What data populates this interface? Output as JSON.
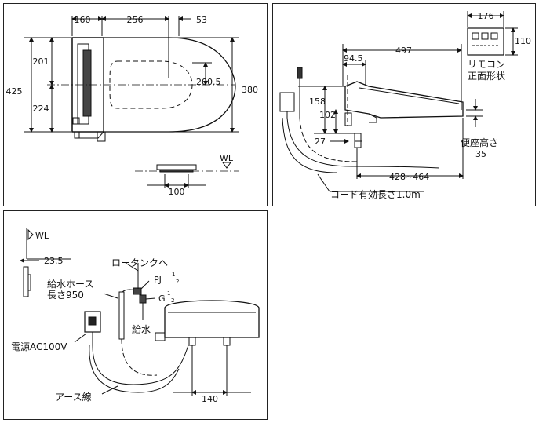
{
  "top_view": {
    "dim_tank_offset": "160",
    "dim_seat_depth": "256",
    "dim_front_extra": "53",
    "dim_upper": "201",
    "dim_total_height": "425",
    "dim_lower": "224",
    "dim_center": "200.5",
    "dim_seat_width": "380",
    "wl_label": "WL",
    "dim_bracket": "100"
  },
  "side_view": {
    "dim_remote_width": "176",
    "dim_remote_height": "110",
    "remote_caption_line1": "リモコン",
    "remote_caption_line2": "正面形状",
    "dim_overall": "497",
    "dim_945": "94.5",
    "dim_158": "158",
    "dim_102": "102",
    "dim_27": "27",
    "dim_range": "428∼464",
    "seat_height_label": "便座高さ",
    "seat_height_value": "35",
    "cord_label": "コード有効長さ1.0m"
  },
  "piping_view": {
    "wl_label": "WL",
    "dim_235": "23.5",
    "to_tank_label": "ロータンクへ",
    "pj_label": "PJ",
    "g_label": "G",
    "half_num": "1",
    "half_den": "2",
    "hose_line1": "給水ホース",
    "hose_line2": "長さ950",
    "water_supply": "給水",
    "power_label": "電源AC100V",
    "earth_label": "アース線",
    "dim_140": "140"
  }
}
